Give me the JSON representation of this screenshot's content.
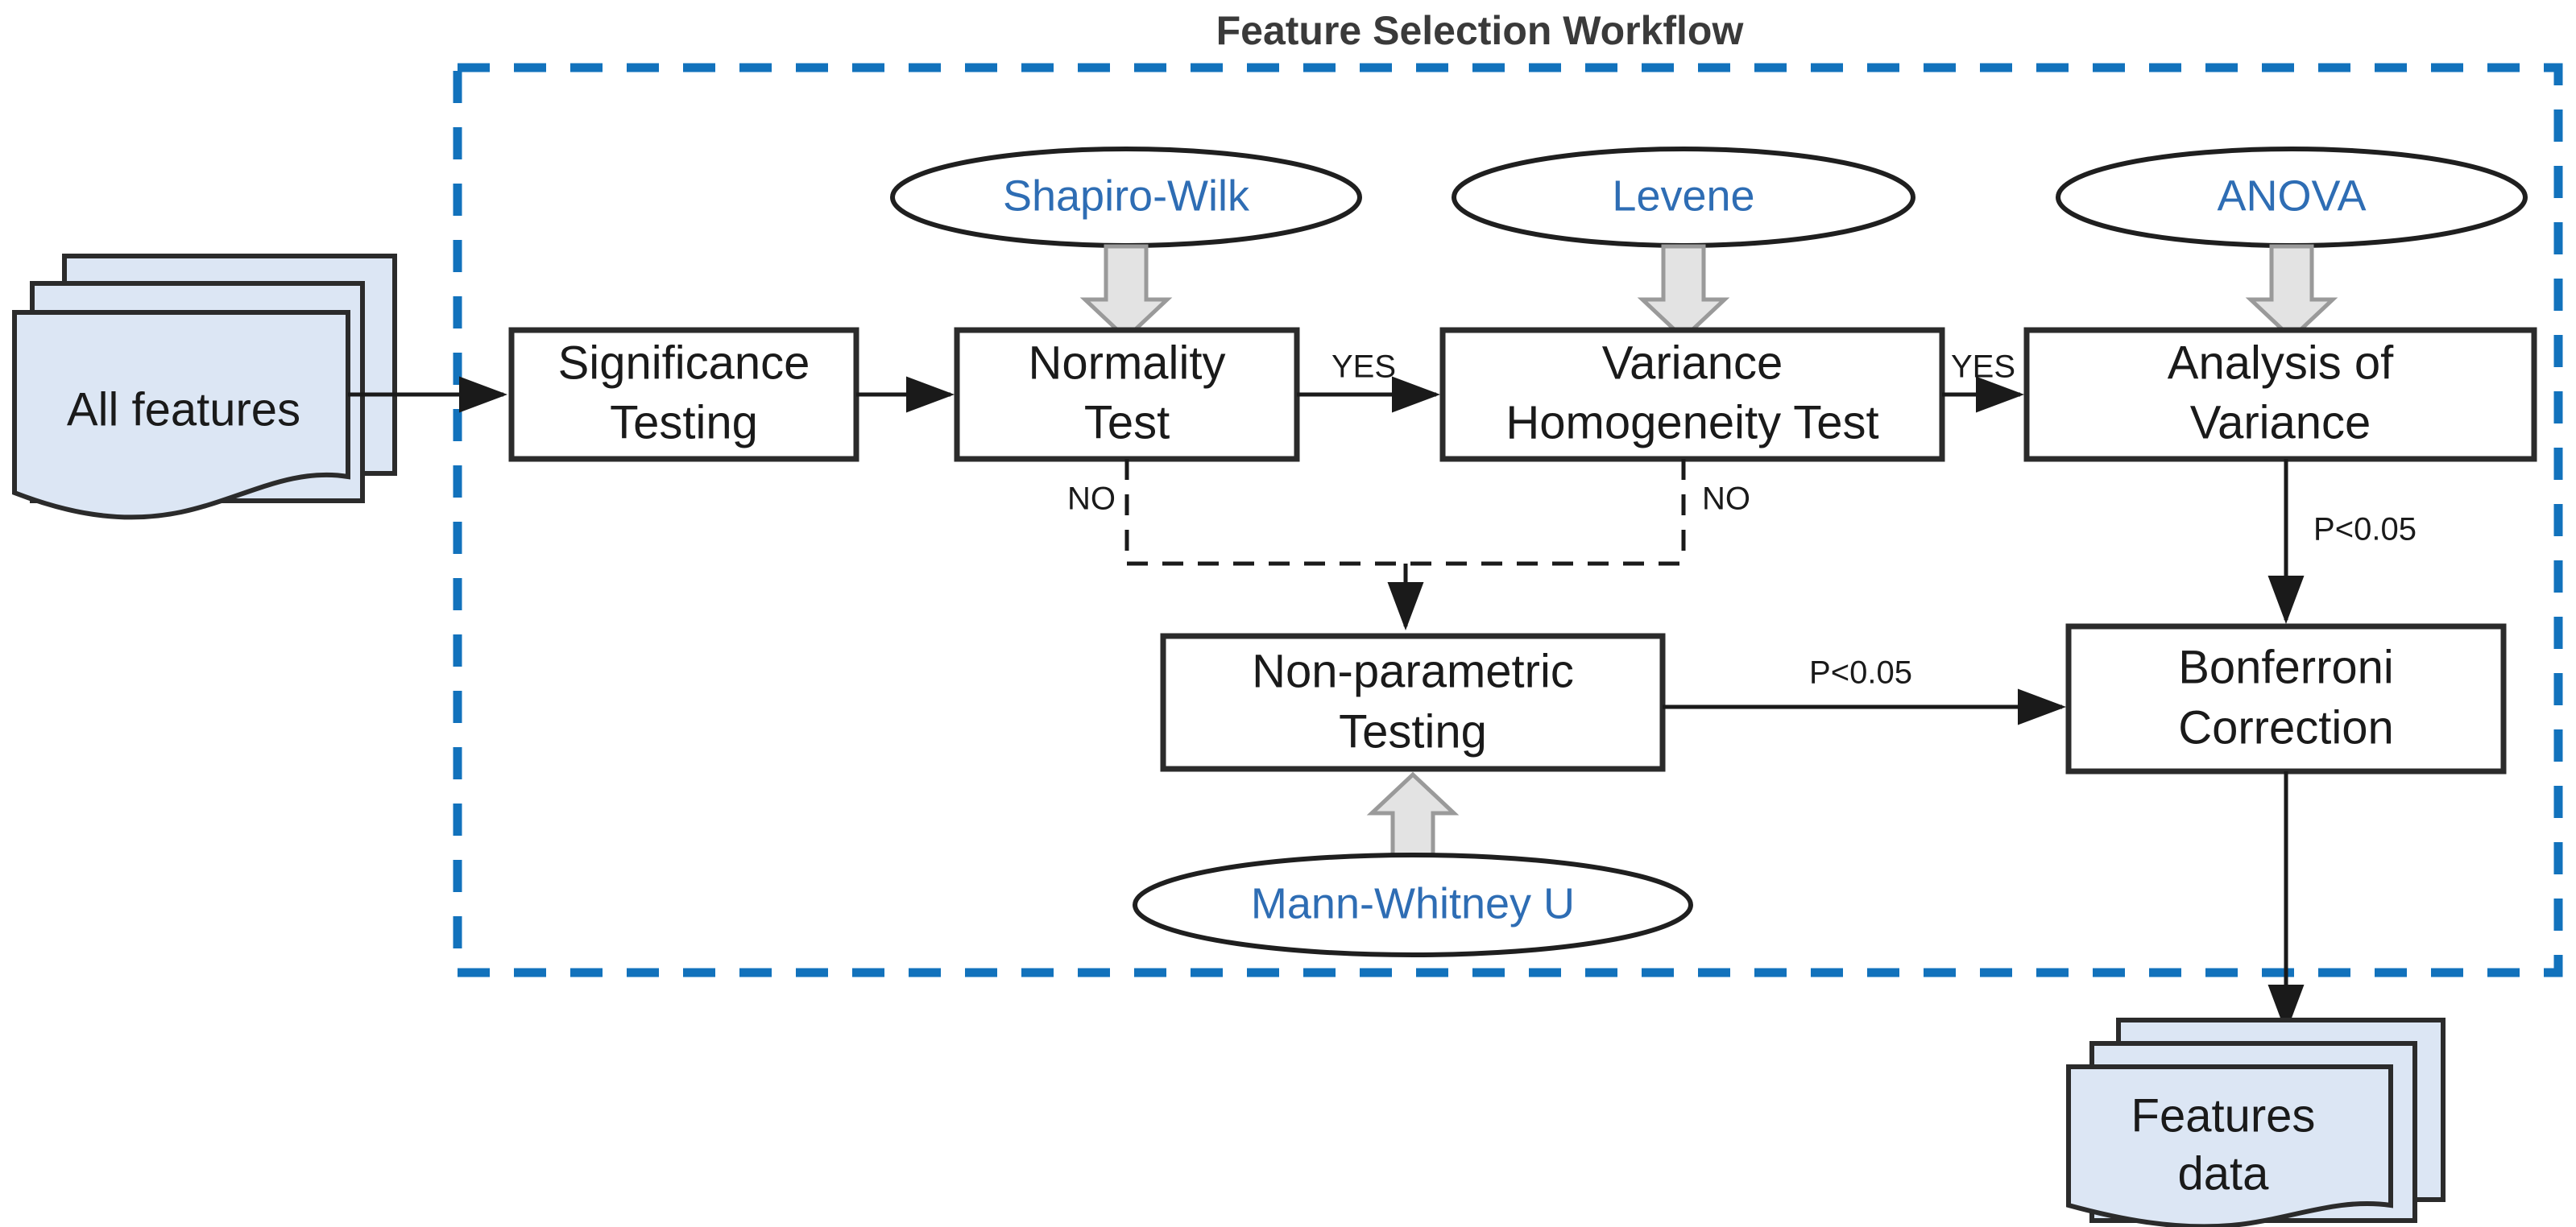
{
  "title": "Feature Selection Workflow",
  "colors": {
    "group_border": "#1272BC",
    "ellipse_text": "#2E6DB4",
    "document_fill": "#dce6f4",
    "shape_stroke": "#2b2b2b",
    "block_arrow_fill": "#e3e3e3"
  },
  "group": {
    "name": "feature-selection-group",
    "style": "dashed-blue-rectangle"
  },
  "documents": {
    "input": {
      "label_line1": "All features",
      "label_line2": ""
    },
    "output": {
      "label_line1": "Features",
      "label_line2": "data"
    }
  },
  "process_boxes": [
    {
      "id": "significance-testing",
      "line1": "Significance",
      "line2": "Testing"
    },
    {
      "id": "normality-test",
      "line1": "Normality",
      "line2": "Test"
    },
    {
      "id": "variance-homogeneity-test",
      "line1": "Variance",
      "line2": "Homogeneity Test"
    },
    {
      "id": "analysis-of-variance",
      "line1": "Analysis of",
      "line2": "Variance"
    },
    {
      "id": "non-parametric-testing",
      "line1": "Non-parametric",
      "line2": "Testing"
    },
    {
      "id": "bonferroni-correction",
      "line1": "Bonferroni",
      "line2": "Correction"
    }
  ],
  "method_ellipses": [
    {
      "id": "shapiro-wilk",
      "label": "Shapiro-Wilk",
      "targets": "normality-test"
    },
    {
      "id": "levene",
      "label": "Levene",
      "targets": "variance-homogeneity-test"
    },
    {
      "id": "anova",
      "label": "ANOVA",
      "targets": "analysis-of-variance"
    },
    {
      "id": "mann-whitney-u",
      "label": "Mann-Whitney U",
      "targets": "non-parametric-testing"
    }
  ],
  "edge_labels": {
    "normality_yes": "YES",
    "variance_yes": "YES",
    "normality_no": "NO",
    "variance_no": "NO",
    "anova_p": "P<0.05",
    "nonparam_p": "P<0.05"
  },
  "chart_data": {
    "type": "diagram",
    "title": "Feature Selection Workflow",
    "nodes": [
      {
        "id": "all-features",
        "shape": "multi-document",
        "label": "All features"
      },
      {
        "id": "significance-testing",
        "shape": "process",
        "label": "Significance Testing"
      },
      {
        "id": "normality-test",
        "shape": "process",
        "label": "Normality Test"
      },
      {
        "id": "variance-homogeneity-test",
        "shape": "process",
        "label": "Variance Homogeneity Test"
      },
      {
        "id": "analysis-of-variance",
        "shape": "process",
        "label": "Analysis of Variance"
      },
      {
        "id": "non-parametric-testing",
        "shape": "process",
        "label": "Non-parametric Testing"
      },
      {
        "id": "bonferroni-correction",
        "shape": "process",
        "label": "Bonferroni Correction"
      },
      {
        "id": "features-data",
        "shape": "multi-document",
        "label": "Features data"
      },
      {
        "id": "shapiro-wilk",
        "shape": "ellipse",
        "label": "Shapiro-Wilk"
      },
      {
        "id": "levene",
        "shape": "ellipse",
        "label": "Levene"
      },
      {
        "id": "anova",
        "shape": "ellipse",
        "label": "ANOVA"
      },
      {
        "id": "mann-whitney-u",
        "shape": "ellipse",
        "label": "Mann-Whitney U"
      }
    ],
    "edges": [
      {
        "from": "all-features",
        "to": "significance-testing",
        "label": "",
        "style": "solid"
      },
      {
        "from": "significance-testing",
        "to": "normality-test",
        "label": "",
        "style": "solid"
      },
      {
        "from": "normality-test",
        "to": "variance-homogeneity-test",
        "label": "YES",
        "style": "solid"
      },
      {
        "from": "variance-homogeneity-test",
        "to": "analysis-of-variance",
        "label": "YES",
        "style": "solid"
      },
      {
        "from": "normality-test",
        "to": "non-parametric-testing",
        "label": "NO",
        "style": "dashed"
      },
      {
        "from": "variance-homogeneity-test",
        "to": "non-parametric-testing",
        "label": "NO",
        "style": "dashed"
      },
      {
        "from": "analysis-of-variance",
        "to": "bonferroni-correction",
        "label": "P<0.05",
        "style": "solid"
      },
      {
        "from": "non-parametric-testing",
        "to": "bonferroni-correction",
        "label": "P<0.05",
        "style": "solid"
      },
      {
        "from": "bonferroni-correction",
        "to": "features-data",
        "label": "",
        "style": "solid"
      },
      {
        "from": "shapiro-wilk",
        "to": "normality-test",
        "label": "",
        "style": "block-arrow"
      },
      {
        "from": "levene",
        "to": "variance-homogeneity-test",
        "label": "",
        "style": "block-arrow"
      },
      {
        "from": "anova",
        "to": "analysis-of-variance",
        "label": "",
        "style": "block-arrow"
      },
      {
        "from": "mann-whitney-u",
        "to": "non-parametric-testing",
        "label": "",
        "style": "block-arrow"
      }
    ]
  }
}
